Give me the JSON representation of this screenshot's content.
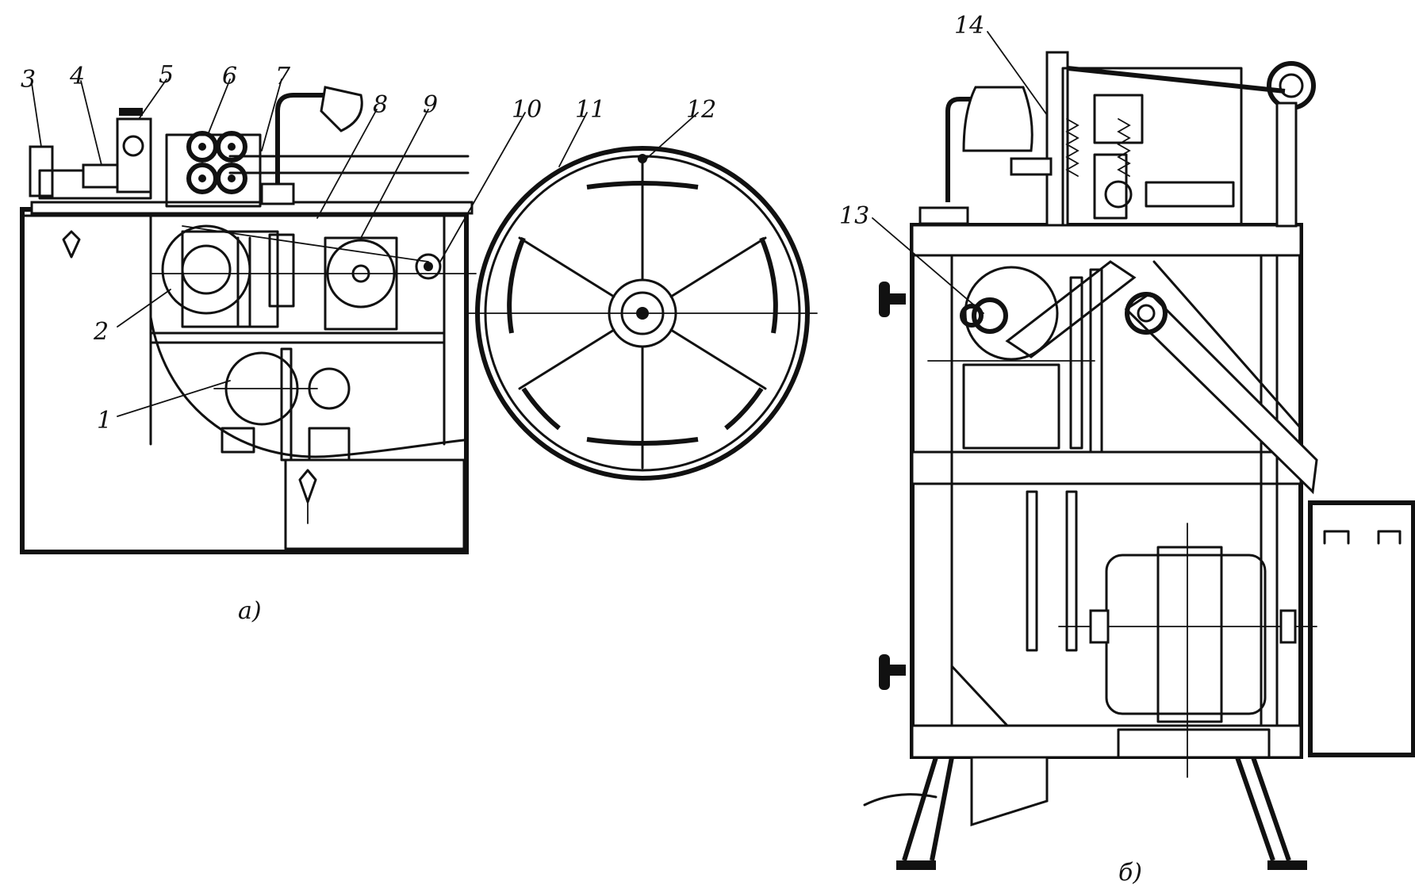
{
  "callouts": [
    "1",
    "2",
    "3",
    "4",
    "5",
    "6",
    "7",
    "8",
    "9",
    "10",
    "11",
    "12",
    "13",
    "14"
  ],
  "sublabels": {
    "a": "а)",
    "b": "б)"
  },
  "colors": {
    "ink": "#111111",
    "paper": "#ffffff"
  }
}
